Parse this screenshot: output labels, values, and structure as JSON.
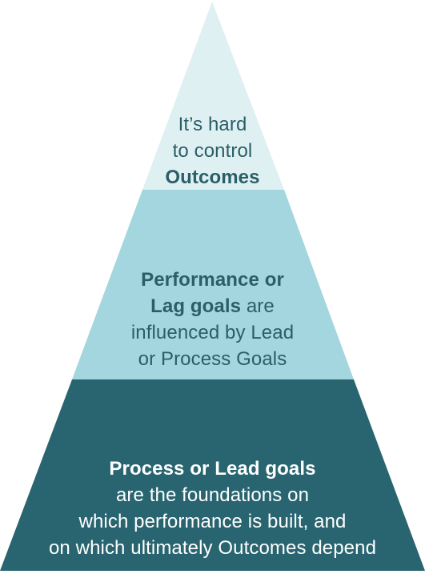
{
  "colors": {
    "top_tier": "#dff0f3",
    "middle_tier": "#a3d6df",
    "bottom_tier": "#296570",
    "dark_text": "#2a5f68",
    "light_text": "#ffffff"
  },
  "tiers": {
    "top": {
      "line1": "It’s hard",
      "line2": "to control",
      "line3_bold": "Outcomes"
    },
    "middle": {
      "line1_bold": "Performance or",
      "line2_bold": "Lag goals",
      "line2_rest": " are",
      "line3": "influenced by Lead",
      "line4": "or Process Goals"
    },
    "bottom": {
      "line1_bold": "Process or Lead goals",
      "line2": "are the foundations on",
      "line3": "which performance is built, and",
      "line4": "on which ultimately Outcomes depend"
    }
  }
}
